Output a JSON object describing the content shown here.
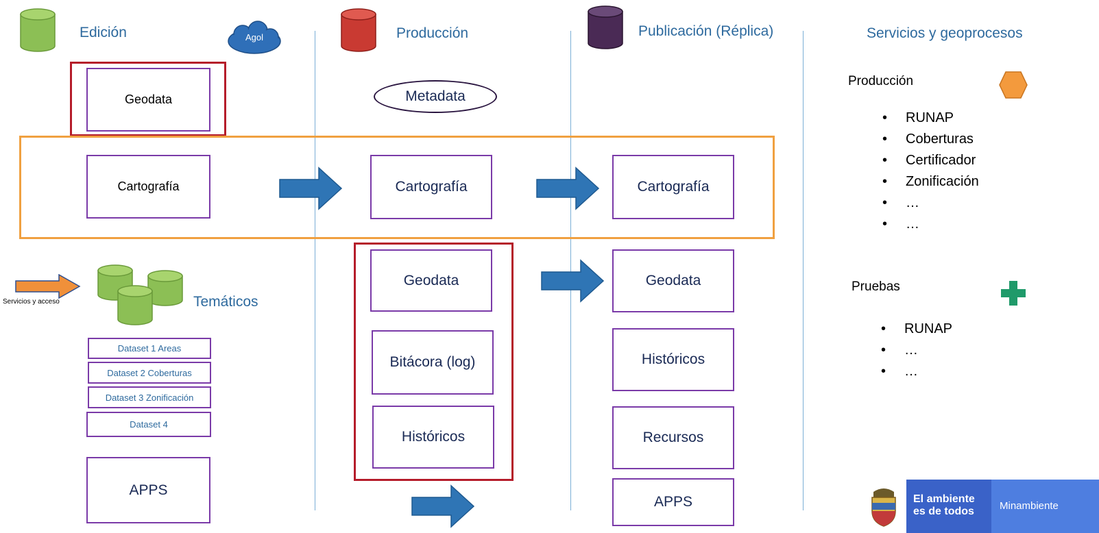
{
  "columns": {
    "edicion": "Edición",
    "produccion": "Producción",
    "publicacion": "Publicación (Réplica)",
    "servicios": "Servicios y geoprocesos"
  },
  "cloud_label": "Agol",
  "edicion": {
    "geodata": "Geodata",
    "cartografia": "Cartografía",
    "servicios_acceso": "Servicios y acceso",
    "tematicos": "Temáticos",
    "datasets": [
      "Dataset 1 Areas",
      "Dataset 2 Coberturas",
      "Dataset 3 Zonificación",
      "Dataset 4"
    ],
    "apps": "APPS"
  },
  "produccion": {
    "metadata": "Metadata",
    "cartografia": "Cartografía",
    "geodata": "Geodata",
    "bitacora": "Bitácora (log)",
    "historicos": "Históricos"
  },
  "publicacion": {
    "cartografia": "Cartografía",
    "geodata": "Geodata",
    "historicos": "Históricos",
    "recursos": "Recursos",
    "apps": "APPS"
  },
  "servicios": {
    "produccion_title": "Producción",
    "produccion_items": [
      "RUNAP",
      "Coberturas",
      "Certificador",
      "Zonificación",
      "…",
      "…"
    ],
    "pruebas_title": "Pruebas",
    "pruebas_items": [
      "RUNAP",
      "…",
      "…"
    ]
  },
  "logo": {
    "tagline_line1": "El ambiente",
    "tagline_line2": "es de todos",
    "brand": "Minambiente"
  },
  "colors": {
    "edicion_db": "#8cbf55",
    "produccion_db": "#c93a32",
    "publicacion_db": "#4a2a55",
    "box_border": "#7a3aa8",
    "red_frame": "#b51c2a",
    "orange_frame": "#f0a040",
    "arrow_blue": "#2f75b5",
    "arrow_orange": "#f0903a",
    "hexagon": "#f39a3d",
    "plus": "#1f9a6a"
  }
}
